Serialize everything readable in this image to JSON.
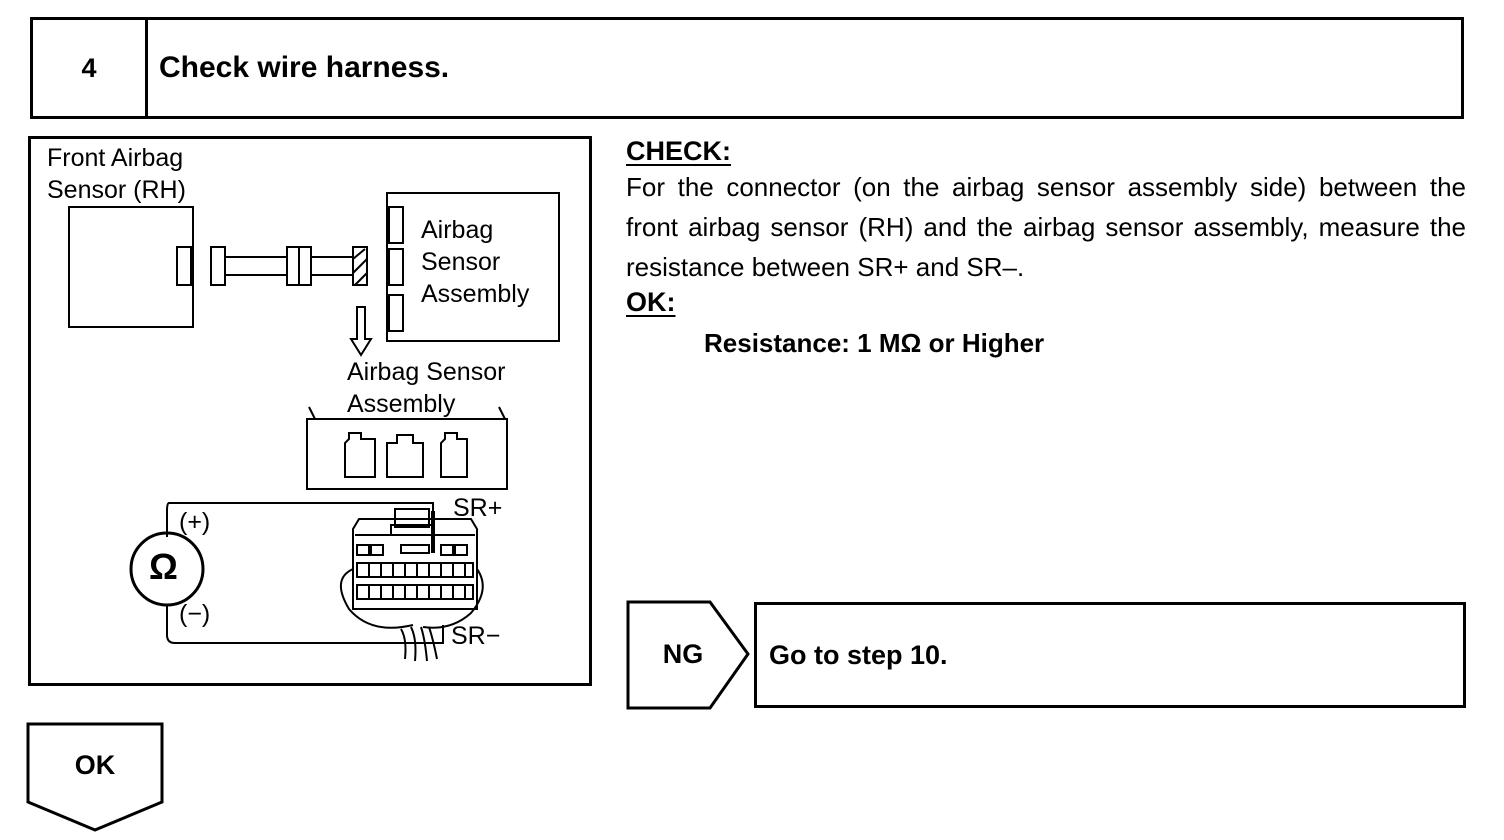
{
  "step": {
    "number": "4",
    "title": "Check wire harness."
  },
  "illustration": {
    "front_sensor_label_line1": "Front Airbag",
    "front_sensor_label_line2": "Sensor (RH)",
    "assembly_label_line1": "Airbag",
    "assembly_label_line2": "Sensor",
    "assembly_label_line3": "Assembly",
    "connector_label_line1": "Airbag Sensor",
    "connector_label_line2": "Assembly",
    "ohmmeter_symbol": "Ω",
    "probe_positive": "(+)",
    "probe_negative": "(−)",
    "terminal_positive": "SR+",
    "terminal_negative": "SR−"
  },
  "check": {
    "heading": "CHECK:",
    "body": "For the connector (on the airbag sensor assembly side) between the front airbag sensor (RH) and the airbag sensor assembly, measure the resistance between SR+ and SR–.",
    "ok_heading": "OK:",
    "spec": "Resistance: 1 MΩ or Higher"
  },
  "ng": {
    "label": "NG",
    "action": "Go to step 10."
  },
  "ok": {
    "label": "OK"
  }
}
